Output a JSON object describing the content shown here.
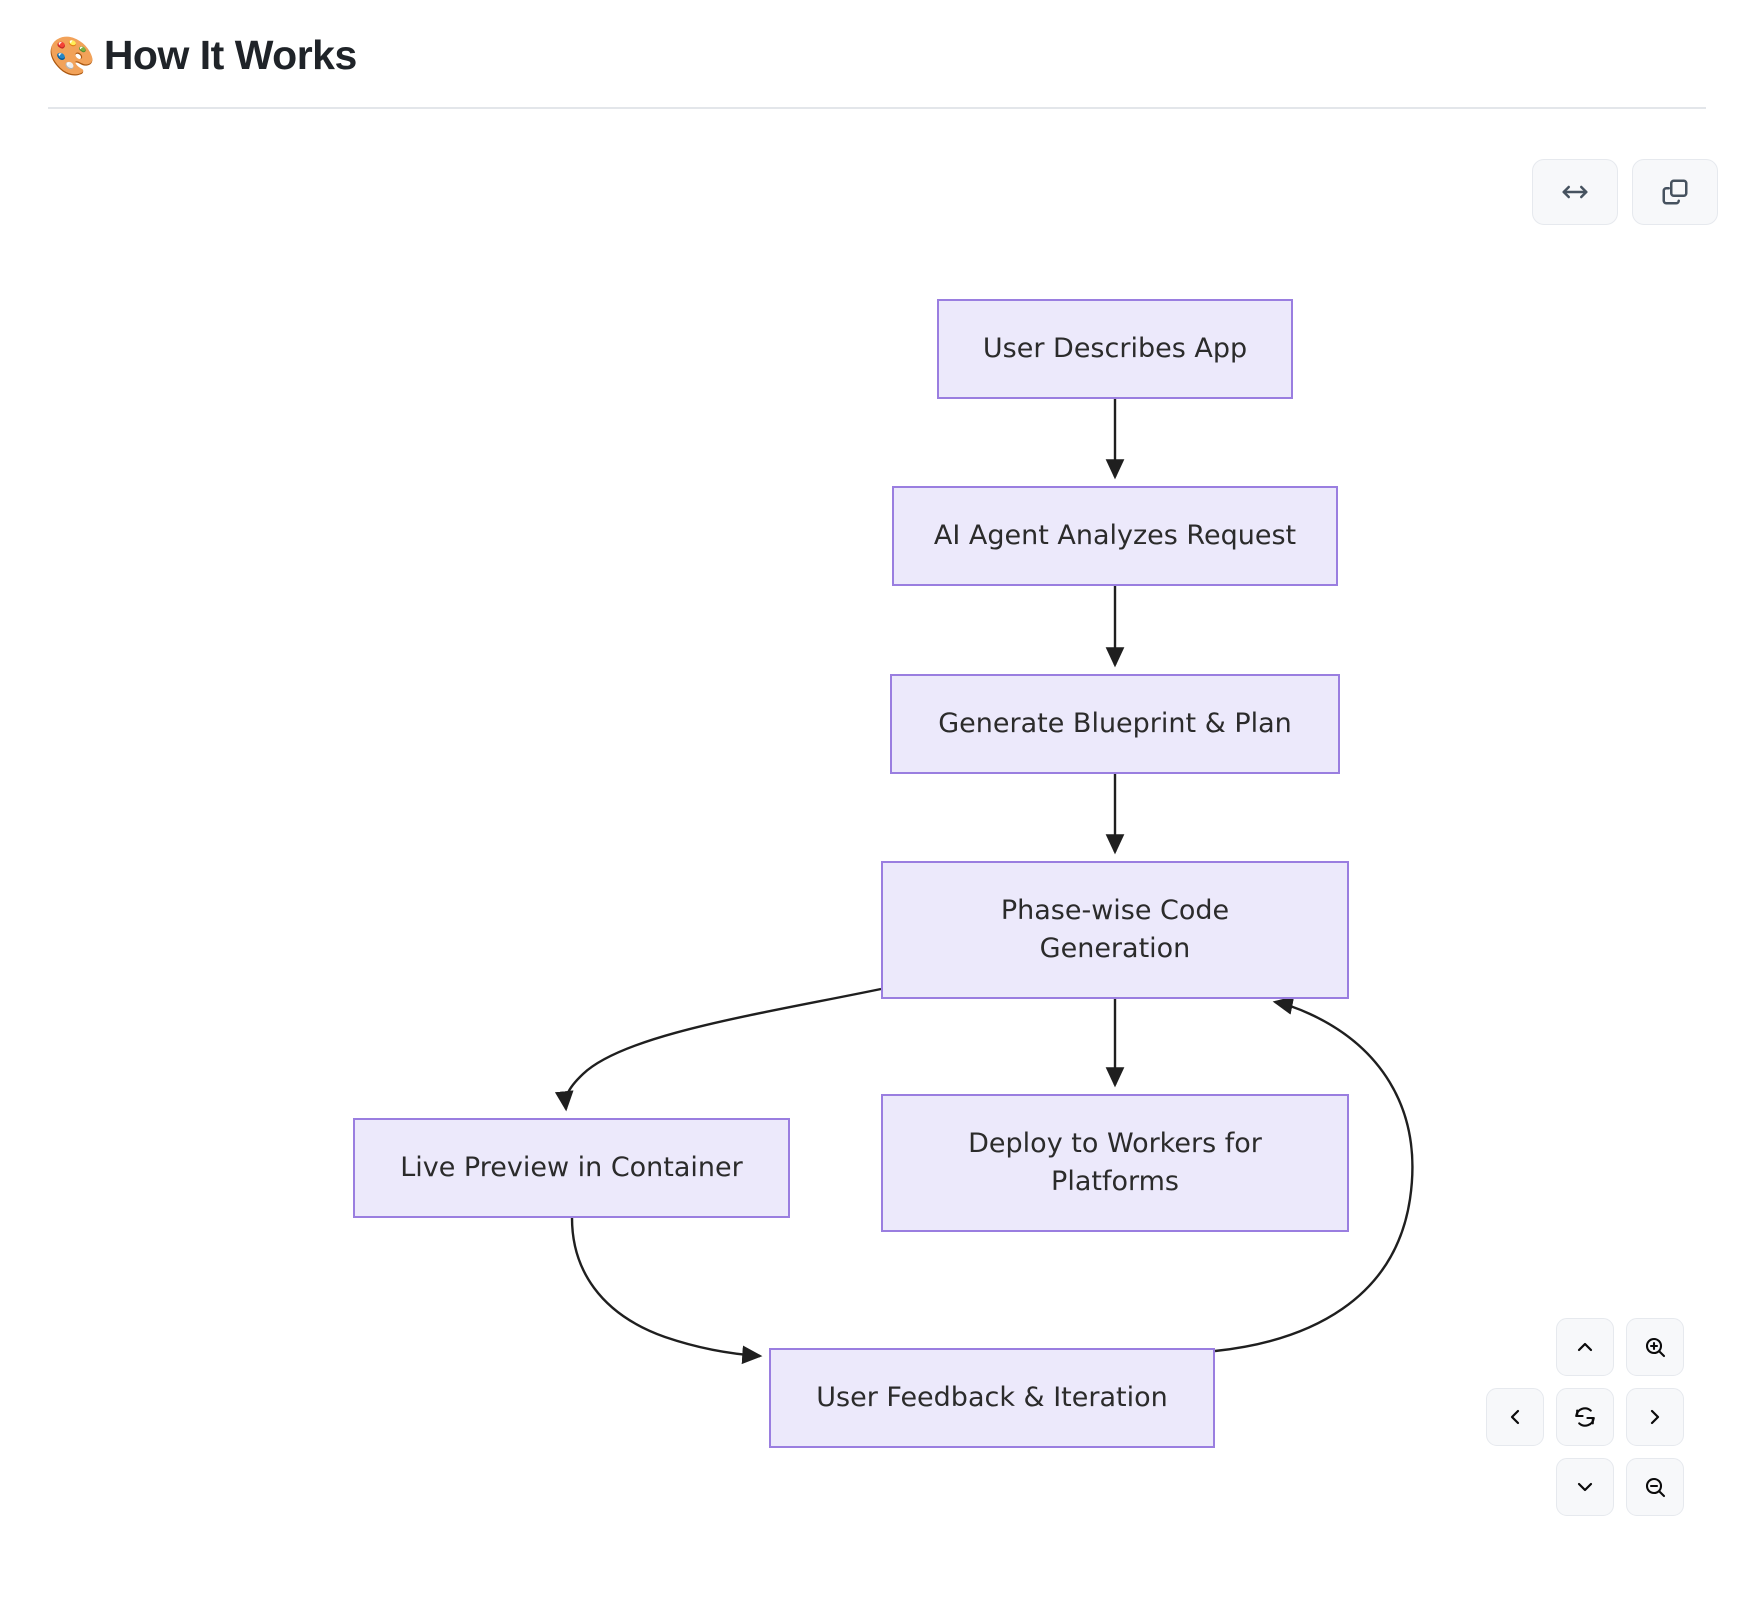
{
  "header": {
    "emoji": "🎨",
    "title": "How It Works"
  },
  "toolbar": {
    "buttons": [
      {
        "name": "fit-width-button",
        "icon": "arrows-left-right-icon",
        "label": ""
      },
      {
        "name": "copy-button",
        "icon": "copy-icon",
        "label": ""
      }
    ]
  },
  "nav_pad": {
    "buttons": [
      {
        "name": "pan-up-button",
        "icon": "chevron-up-icon"
      },
      {
        "name": "zoom-in-button",
        "icon": "magnifier-plus-icon"
      },
      {
        "name": "pan-left-button",
        "icon": "chevron-left-icon"
      },
      {
        "name": "reset-view-button",
        "icon": "refresh-icon"
      },
      {
        "name": "pan-right-button",
        "icon": "chevron-right-icon"
      },
      {
        "name": "pan-down-button",
        "icon": "chevron-down-icon"
      },
      {
        "name": "zoom-out-button",
        "icon": "magnifier-minus-icon"
      }
    ]
  },
  "colors": {
    "node_fill": "#ece9fb",
    "node_border": "#9a7ee0",
    "node_text": "#2b2b2b",
    "edge": "#1f1f1f",
    "button_bg": "#f7f8fa",
    "button_border": "#e6e9ee",
    "rule": "#e3e6ea",
    "title_text": "#1f2328"
  },
  "chart_data": {
    "type": "diagram",
    "diagram_kind": "flowchart",
    "direction": "top-down",
    "title": "How It Works",
    "nodes": [
      {
        "id": "user_describes",
        "label": "User Describes App"
      },
      {
        "id": "ai_agent",
        "label": "AI Agent Analyzes Request"
      },
      {
        "id": "blueprint",
        "label": "Generate Blueprint & Plan"
      },
      {
        "id": "phasewise",
        "label": "Phase-wise Code\nGeneration"
      },
      {
        "id": "live_preview",
        "label": "Live Preview in Container"
      },
      {
        "id": "deploy",
        "label": "Deploy to Workers for\nPlatforms"
      },
      {
        "id": "user_feedback",
        "label": "User Feedback & Iteration"
      }
    ],
    "edges": [
      {
        "from": "user_describes",
        "to": "ai_agent",
        "style": "straight-arrow"
      },
      {
        "from": "ai_agent",
        "to": "blueprint",
        "style": "straight-arrow"
      },
      {
        "from": "blueprint",
        "to": "phasewise",
        "style": "straight-arrow"
      },
      {
        "from": "phasewise",
        "to": "live_preview",
        "style": "curved-arrow"
      },
      {
        "from": "phasewise",
        "to": "deploy",
        "style": "straight-arrow"
      },
      {
        "from": "live_preview",
        "to": "user_feedback",
        "style": "curved-arrow"
      },
      {
        "from": "user_feedback",
        "to": "phasewise",
        "style": "curved-arrow-loopback"
      }
    ]
  }
}
